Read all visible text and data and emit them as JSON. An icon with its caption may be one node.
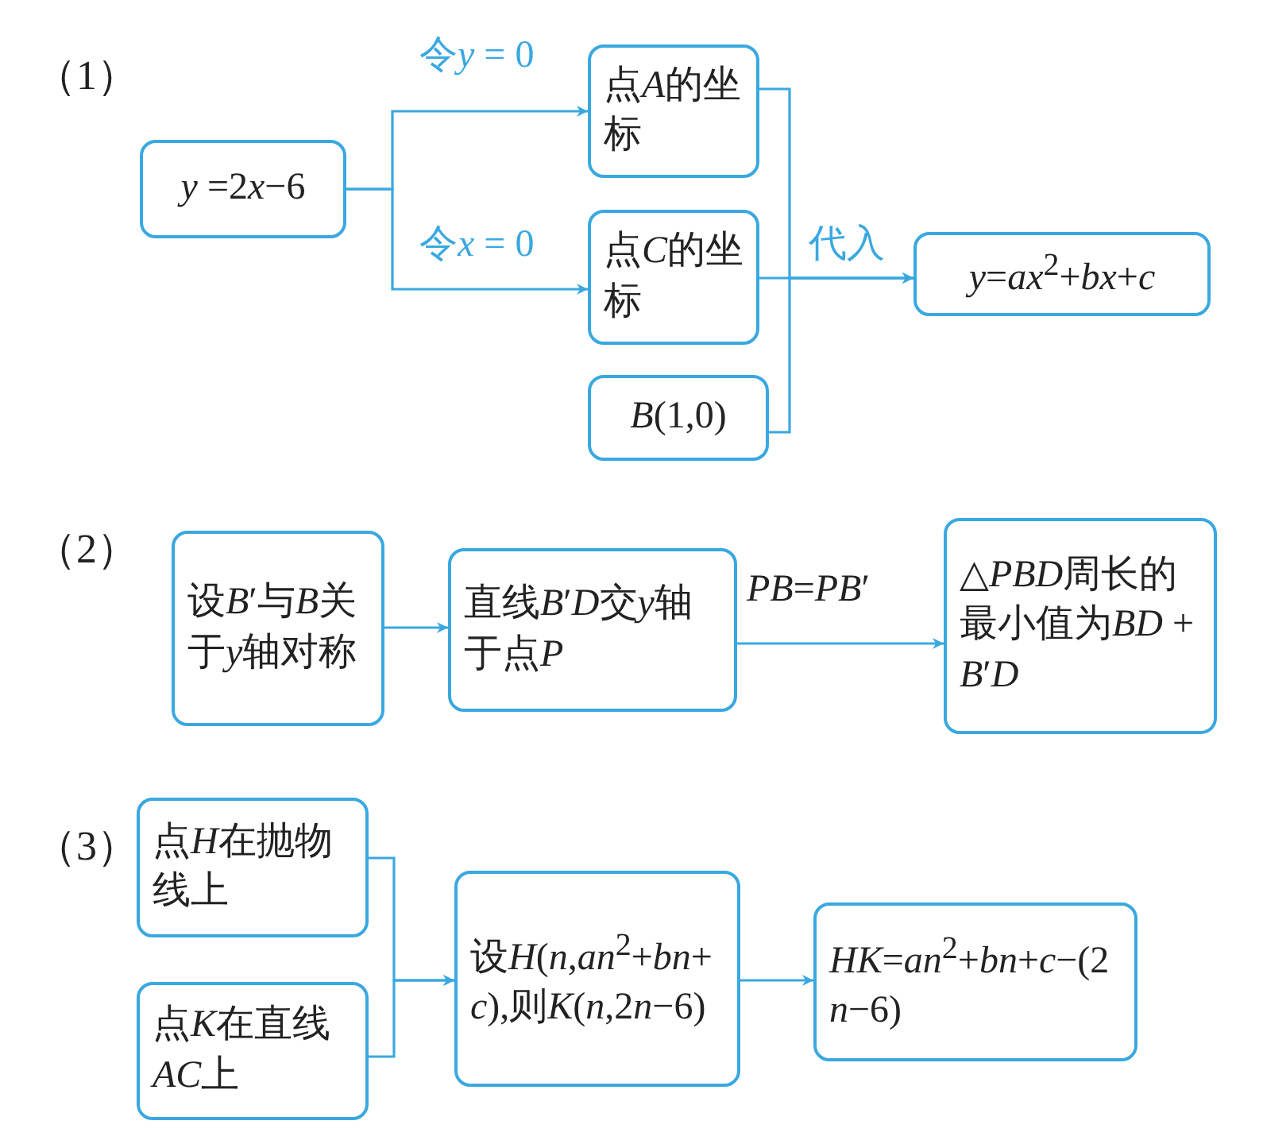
{
  "diagram": {
    "nodes": [
      {
        "text": [
          "y =2x−6"
        ]
      },
      {
        "text": [
          "点A的坐标"
        ]
      },
      {
        "text": [
          "点C的坐标"
        ]
      },
      {
        "text": [
          "B(1,0)"
        ]
      },
      {
        "text": [
          "y=ax$^{2}$+bx+c"
        ]
      },
      {
        "text": [
          "设B′与B关于y轴对称"
        ]
      },
      {
        "text": [
          "直线B′D交y轴于点P"
        ]
      },
      {
        "text": [
          "△PBD周长的最小值为BD + B′D"
        ]
      },
      {
        "text": [
          "点H在抛物线上"
        ]
      },
      {
        "text": [
          "点K在直线AC上"
        ]
      },
      {
        "text": [
          "设H(n,an$^{2}$+bn+c),则K(n,2n−6)"
        ]
      },
      {
        "text": [
          "HK=an$^{2}$+bn+c−(2n−6)"
        ]
      }
    ],
    "edges": [
      {
        "from": 0,
        "to": 1,
        "arrow": "to",
        "label": "令y = 0"
      },
      {
        "from": 0,
        "to": 2,
        "arrow": "to",
        "label": "令x = 0"
      },
      {
        "from": 1,
        "to": 4,
        "arrow": "to"
      },
      {
        "from": 2,
        "to": 4,
        "arrow": "to",
        "label": "代入"
      },
      {
        "from": 3,
        "to": 4,
        "arrow": "to"
      },
      {
        "from": 5,
        "to": 6,
        "arrow": "to"
      },
      {
        "from": 6,
        "to": 7,
        "arrow": "to",
        "label": "PB=PB′"
      },
      {
        "from": 8,
        "to": 10,
        "arrow": "to"
      },
      {
        "from": 9,
        "to": 10,
        "arrow": "to"
      },
      {
        "from": 10,
        "to": 11,
        "arrow": "to"
      }
    ],
    "labels": [
      "（1）",
      "（2）",
      "（3）"
    ]
  }
}
